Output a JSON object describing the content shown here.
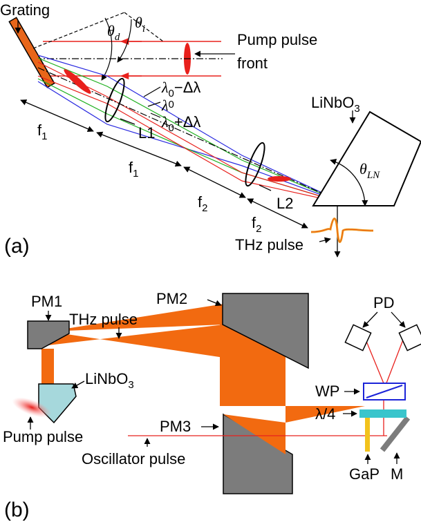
{
  "colors": {
    "beam_red": "#e8201c",
    "beam_green": "#1fb01f",
    "beam_blue": "#2a2ae0",
    "thz_orange": "#f26a10",
    "grating_orange": "#e8661a",
    "mirror_gray": "#7c7c7c",
    "crystal_cyan": "#a6d8dc",
    "waveplate_cyan": "#39c5cc",
    "gap_yellow": "#f2c21c",
    "wp_blue": "#1b23d8"
  },
  "panel_a": {
    "panel_label": "(a)",
    "grating_label": "Grating",
    "theta_d": "θ",
    "theta_d_sub": "d",
    "theta_i": "θ",
    "theta_i_sub": "i",
    "pump_front_line1": "Pump pulse",
    "pump_front_line2": "front",
    "lambda_minus": "λ",
    "lambda_minus_sub": "0",
    "lambda_minus_tail": "−Δλ",
    "lambda_zero": "λ",
    "lambda_zero_sup": "0",
    "lambda_plus": "λ",
    "lambda_plus_sub": "0",
    "lambda_plus_tail": "+Δλ",
    "crystal_label": "LiNbO",
    "crystal_sub": "3",
    "theta_ln": "θ",
    "theta_ln_sub": "LN",
    "lens1_label": "L1",
    "lens2_label": "L2",
    "f1_a": "f",
    "f1_a_sub": "1",
    "f1_b": "f",
    "f1_b_sub": "1",
    "f2_a": "f",
    "f2_a_sub": "2",
    "f2_b": "f",
    "f2_b_sub": "2",
    "thz_label": "THz pulse"
  },
  "panel_b": {
    "panel_label": "(b)",
    "pm1": "PM1",
    "pm2": "PM2",
    "pm3": "PM3",
    "thz_label": "THz pulse",
    "crystal_label": "LiNbO",
    "crystal_sub": "3",
    "pump_label": "Pump pulse",
    "oscillator_label": "Oscillator pulse",
    "pd": "PD",
    "wp": "WP",
    "quarter_wave": "λ/4",
    "gap": "GaP",
    "mirror": "M"
  }
}
